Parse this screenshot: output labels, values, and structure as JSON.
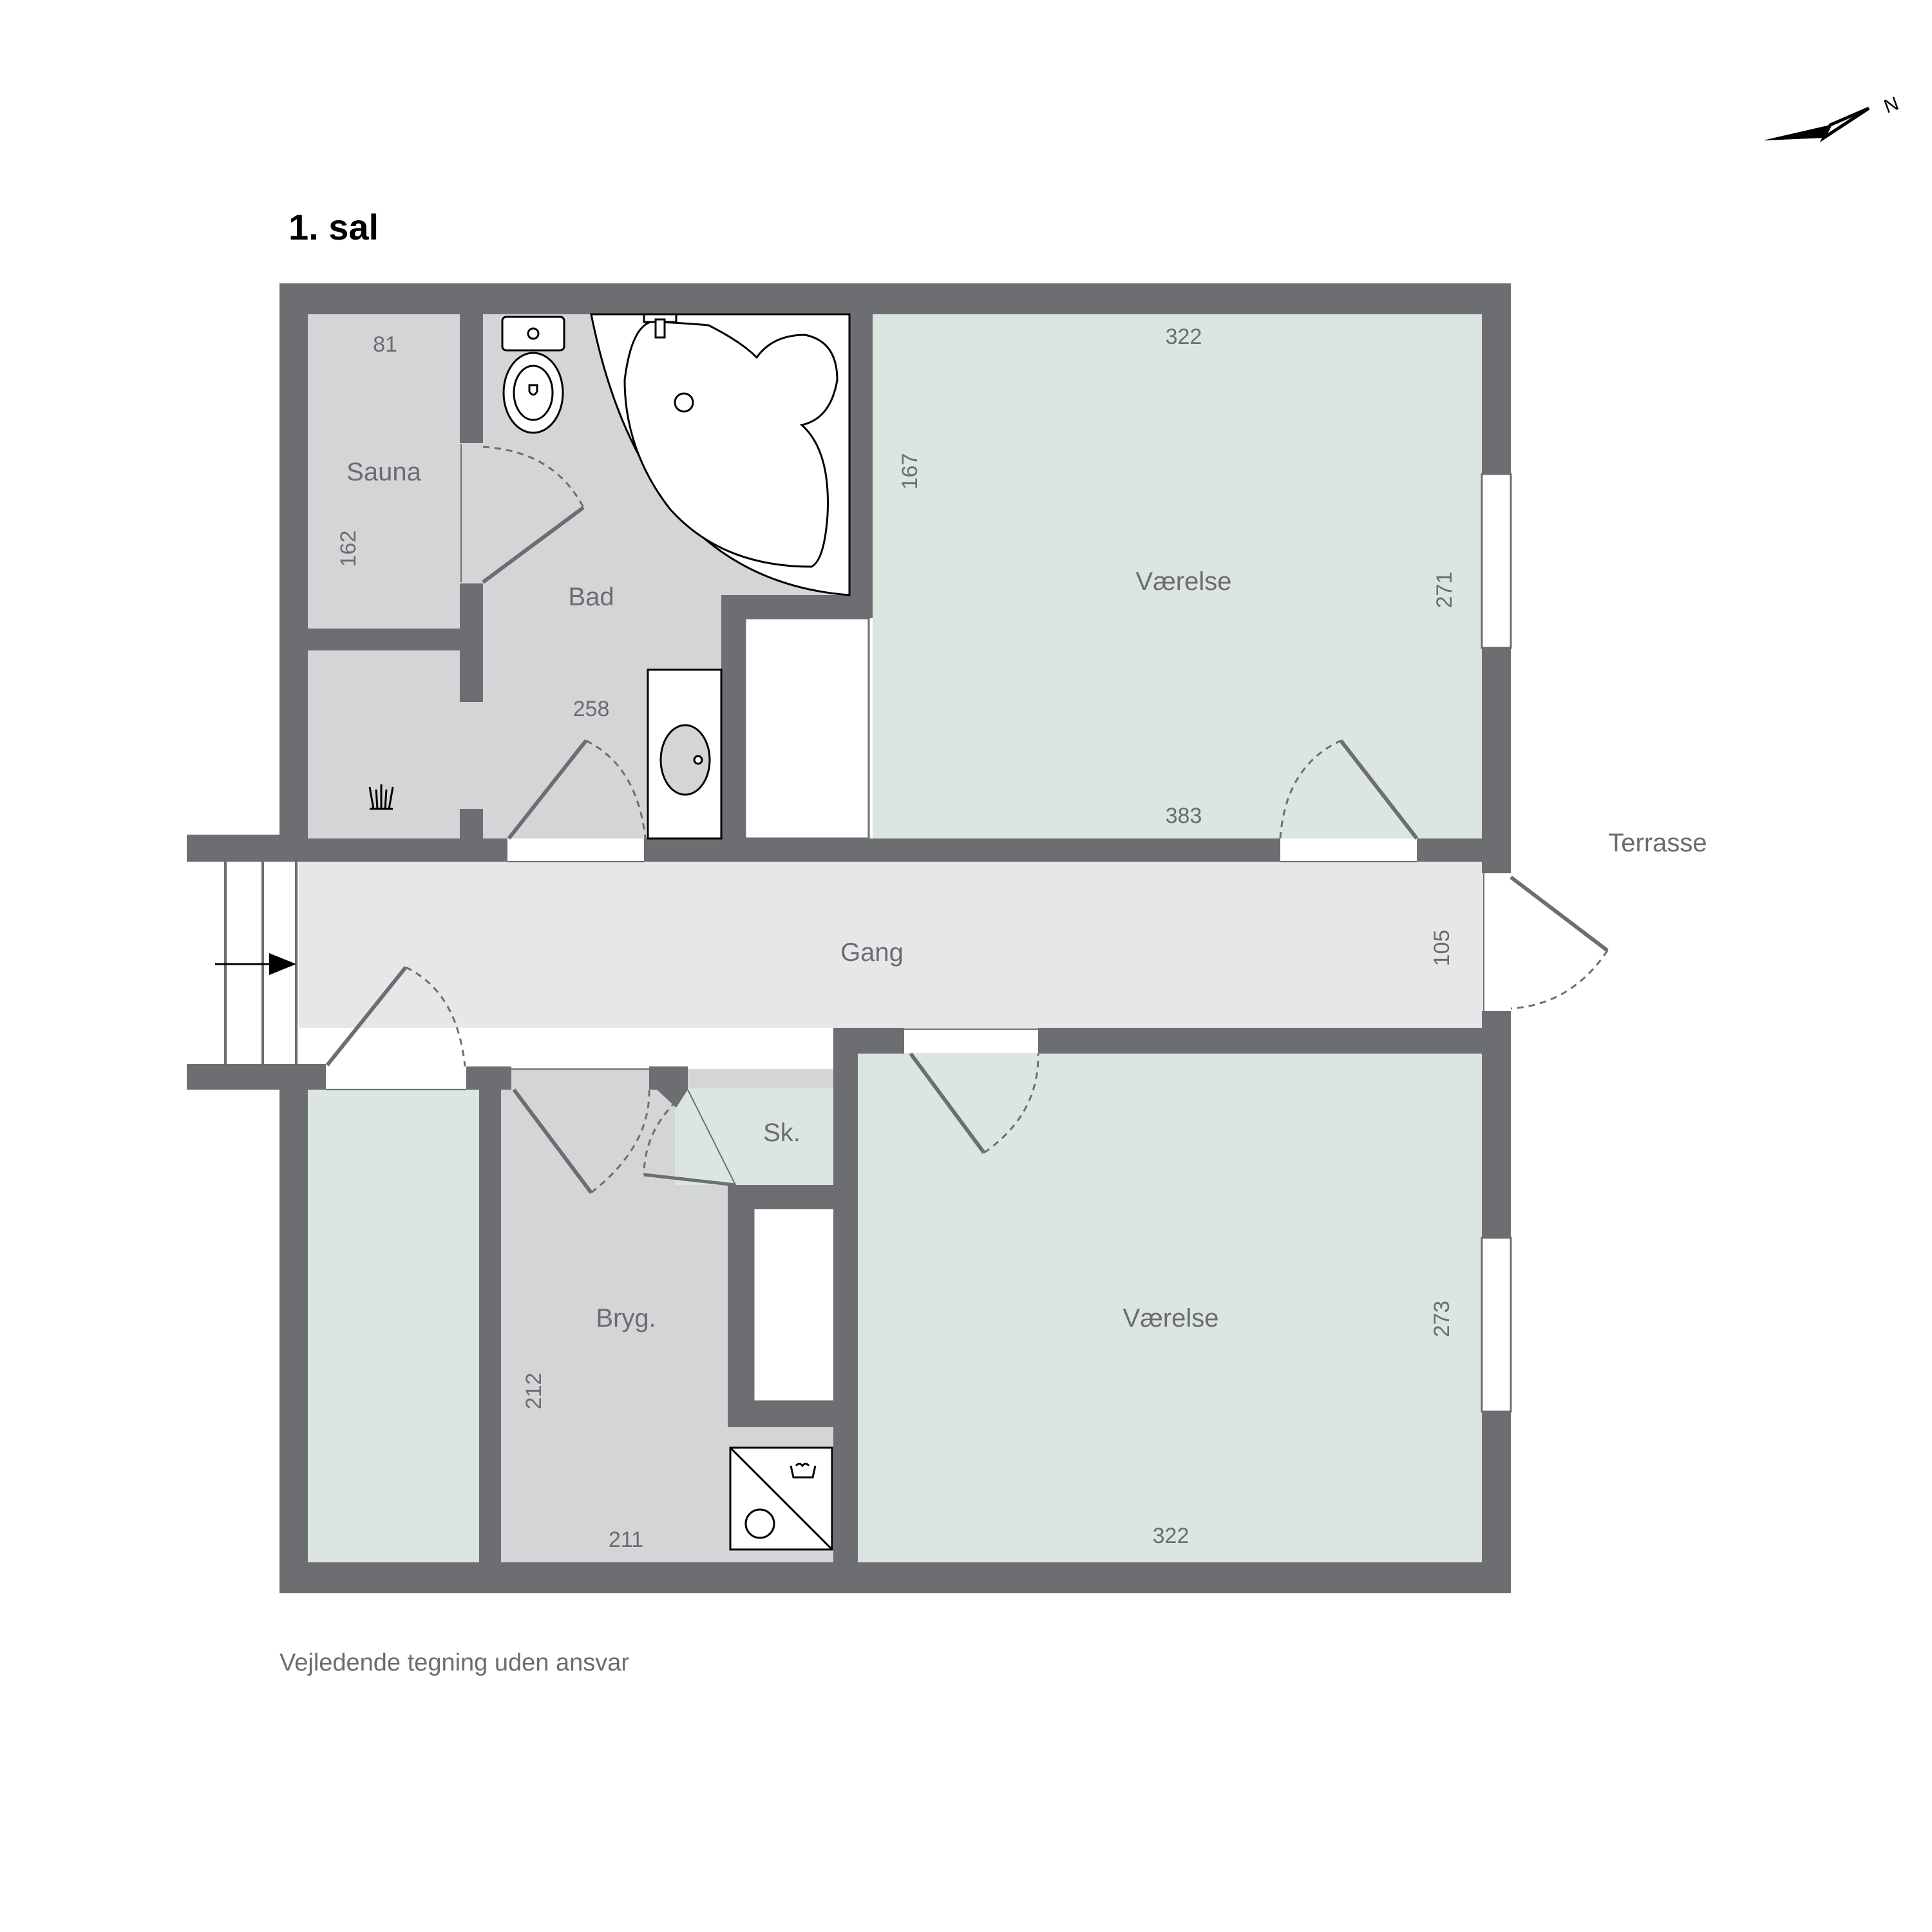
{
  "title": "1. sal",
  "disclaimer": "Vejledende tegning uden ansvar",
  "compass": {
    "label": "N"
  },
  "colors": {
    "wall": "#6d6e71",
    "room_green": "#dce6e0",
    "room_gray": "#d4d5d7",
    "corridor": "#e6e7e8",
    "text": "#6b6c70"
  },
  "rooms": {
    "sauna": "Sauna",
    "bad": "Bad",
    "vaerelse_top": "Værelse",
    "gang": "Gang",
    "terrasse": "Terrasse",
    "sk": "Sk.",
    "bryg": "Bryg.",
    "vaerelse_bottom": "Værelse"
  },
  "dimensions": {
    "sauna_width": "81",
    "sauna_length": "162",
    "bad_length": "258",
    "bad_depth": "167",
    "vaerelse_top_top": "322",
    "vaerelse_top_bottom": "383",
    "vaerelse_top_side": "271",
    "gang_width": "105",
    "bryg_width": "211",
    "bryg_length": "212",
    "vaerelse_bottom_width": "322",
    "vaerelse_bottom_side": "273"
  }
}
